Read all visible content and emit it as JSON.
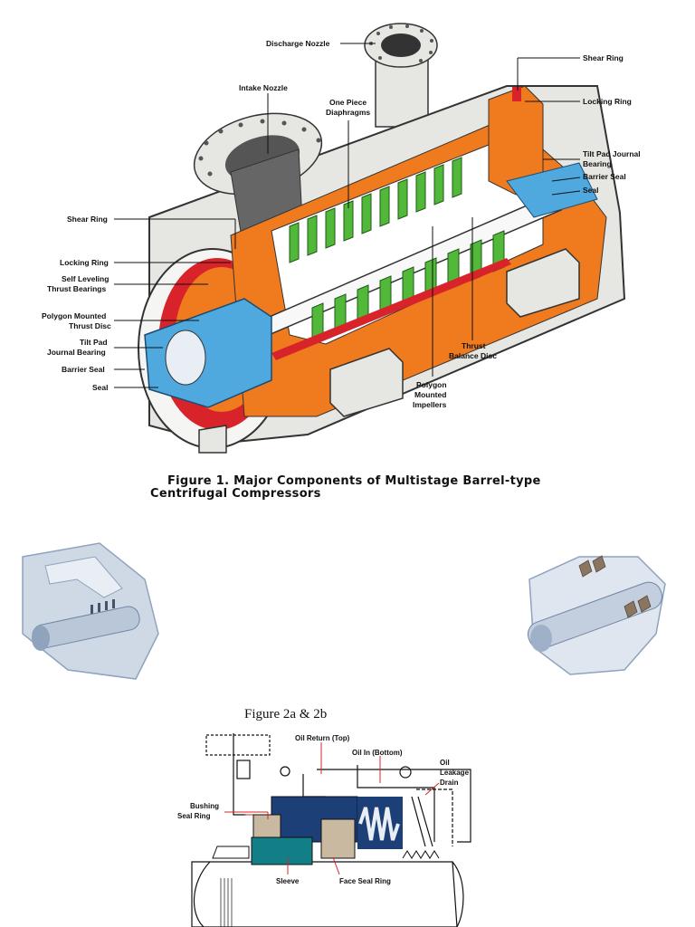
{
  "figure1": {
    "caption_line1": "Figure 1. Major Components of Multistage Barrel-type",
    "caption_line2": "Centrifugal Compressors",
    "labels": {
      "discharge_nozzle": "Discharge Nozzle",
      "intake_nozzle": "Intake Nozzle",
      "one_piece_1": "One Piece",
      "one_piece_2": "Diaphragms",
      "shear_ring_right": "Shear Ring",
      "locking_ring_right": "Locking Ring",
      "tilt_pad_right_1": "Tilt Pad Journal",
      "tilt_pad_right_2": "Bearing",
      "barrier_seal_right": "Barrier Seal",
      "seal_right": "Seal",
      "shear_ring_left": "Shear Ring",
      "locking_ring_left": "Locking Ring",
      "self_leveling_1": "Self Leveling",
      "self_leveling_2": "Thrust Bearings",
      "polygon_disc_1": "Polygon Mounted",
      "polygon_disc_2": "Thrust Disc",
      "tilt_pad_left_1": "Tilt Pad",
      "tilt_pad_left_2": "Journal Bearing",
      "barrier_seal_left": "Barrier Seal",
      "seal_left": "Seal",
      "thrust_balance_1": "Thrust",
      "thrust_balance_2": "Balance Disc",
      "polygon_impellers_1": "Polygon",
      "polygon_impellers_2": "Mounted",
      "polygon_impellers_3": "Impellers"
    }
  },
  "figure2": {
    "caption": "Figure 2a & 2b",
    "labels": {
      "oil_return": "Oil Return (Top)",
      "oil_in": "Oil In (Bottom)",
      "oil_leak_1": "Oil",
      "oil_leak_2": "Leakage",
      "oil_leak_3": "Drain",
      "bushing_1": "Bushing",
      "bushing_2": "Seal Ring",
      "sleeve": "Sleeve",
      "face_seal": "Face Seal Ring"
    }
  },
  "colors": {
    "casing": "#e6e6e2",
    "orange": "#f07a1e",
    "green": "#52b83a",
    "blue": "#4fa9df",
    "red": "#d8232a",
    "teal": "#127e86",
    "navy": "#1d3f78",
    "tan": "#c9b9a1"
  }
}
